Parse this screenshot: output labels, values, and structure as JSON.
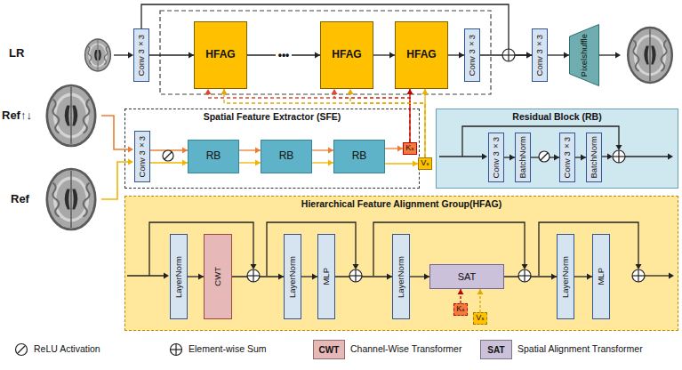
{
  "diagram": {
    "nodes": [
      {
        "text": [
          "Conv 3×3"
        ]
      },
      {
        "text": [
          "HFAG"
        ]
      },
      {
        "text": [
          "HFAG"
        ]
      },
      {
        "text": [
          "HFAG"
        ]
      },
      {
        "text": [
          "Conv 3×3"
        ]
      },
      {
        "text": [
          "Conv 3×3"
        ]
      },
      {
        "text": [
          "Pixelshuffle"
        ]
      },
      {
        "text": [
          "Spatial Feature Extractor (SFE)"
        ]
      },
      {
        "text": [
          "Conv 3×3"
        ],
        "in": 7
      },
      {
        "text": [
          "RB"
        ],
        "in": 7
      },
      {
        "text": [
          "RB"
        ],
        "in": 7
      },
      {
        "text": [
          "RB"
        ],
        "in": 7
      },
      {
        "text": [
          "Kₛ"
        ],
        "in": 7
      },
      {
        "text": [
          "Vₛ"
        ],
        "in": 7
      },
      {
        "text": [
          "Residual Block (RB)"
        ]
      },
      {
        "text": [
          "Conv 3×3"
        ],
        "in": 14
      },
      {
        "text": [
          "BatchNorm"
        ],
        "in": 14
      },
      {
        "text": [
          "Conv 3×3"
        ],
        "in": 14
      },
      {
        "text": [
          "BatchNorm"
        ],
        "in": 14
      },
      {
        "text": [
          "Hierarchical Feature Alignment Group(HFAG)"
        ]
      },
      {
        "text": [
          "LayerNorm"
        ],
        "in": 19
      },
      {
        "text": [
          "CWT"
        ],
        "in": 19
      },
      {
        "text": [
          "LayerNorm"
        ],
        "in": 19
      },
      {
        "text": [
          "MLP"
        ],
        "in": 19
      },
      {
        "text": [
          "LayerNorm"
        ],
        "in": 19
      },
      {
        "text": [
          "SAT"
        ],
        "in": 19
      },
      {
        "text": [
          "Kₛ"
        ],
        "in": 19
      },
      {
        "text": [
          "Vₛ"
        ],
        "in": 19
      },
      {
        "text": [
          "LayerNorm"
        ],
        "in": 19
      },
      {
        "text": [
          "MLP"
        ],
        "in": 19
      }
    ],
    "edges": [
      {
        "from": 0,
        "to": 1,
        "arrow": "to"
      },
      {
        "from": 1,
        "to": 2,
        "arrow": "to",
        "label": "•••"
      },
      {
        "from": 2,
        "to": 3,
        "arrow": "to"
      },
      {
        "from": 3,
        "to": 4,
        "arrow": "to"
      },
      {
        "from": 4,
        "to": 5,
        "arrow": "to"
      },
      {
        "from": 0,
        "to": 5,
        "arrow": "to"
      },
      {
        "from": 5,
        "to": 6,
        "arrow": "to"
      },
      {
        "from": 8,
        "to": 9,
        "arrow": "to"
      },
      {
        "from": 9,
        "to": 10,
        "arrow": "to"
      },
      {
        "from": 10,
        "to": 11,
        "arrow": "to"
      },
      {
        "from": 11,
        "to": 12,
        "arrow": "to"
      },
      {
        "from": 11,
        "to": 13,
        "arrow": "to"
      },
      {
        "from": 12,
        "to": 1,
        "arrow": "to"
      },
      {
        "from": 12,
        "to": 2,
        "arrow": "to"
      },
      {
        "from": 12,
        "to": 3,
        "arrow": "to"
      },
      {
        "from": 13,
        "to": 1,
        "arrow": "to"
      },
      {
        "from": 13,
        "to": 2,
        "arrow": "to"
      },
      {
        "from": 13,
        "to": 3,
        "arrow": "to"
      },
      {
        "from": 15,
        "to": 16,
        "arrow": "to"
      },
      {
        "from": 16,
        "to": 17,
        "arrow": "to"
      },
      {
        "from": 17,
        "to": 18,
        "arrow": "to"
      },
      {
        "from": 20,
        "to": 21,
        "arrow": "to"
      },
      {
        "from": 21,
        "to": 22,
        "arrow": "to"
      },
      {
        "from": 22,
        "to": 23,
        "arrow": "to"
      },
      {
        "from": 23,
        "to": 24,
        "arrow": "to"
      },
      {
        "from": 24,
        "to": 25,
        "arrow": "to"
      },
      {
        "from": 25,
        "to": 28,
        "arrow": "to"
      },
      {
        "from": 28,
        "to": 29,
        "arrow": "to"
      },
      {
        "from": 26,
        "to": 25,
        "arrow": "to"
      },
      {
        "from": 27,
        "to": 25,
        "arrow": "to"
      }
    ],
    "labels": [
      "LR",
      "Ref↑↓",
      "Ref",
      "CWT",
      "SAT"
    ],
    "legend": [
      {
        "text": "ReLU Activation"
      },
      {
        "text": "Element-wise Sum"
      },
      {
        "text": "Channel-Wise Transformer",
        "color": "#e6b9b8"
      },
      {
        "text": "Spatial Alignment Transformer",
        "color": "#ccc1da"
      }
    ]
  }
}
